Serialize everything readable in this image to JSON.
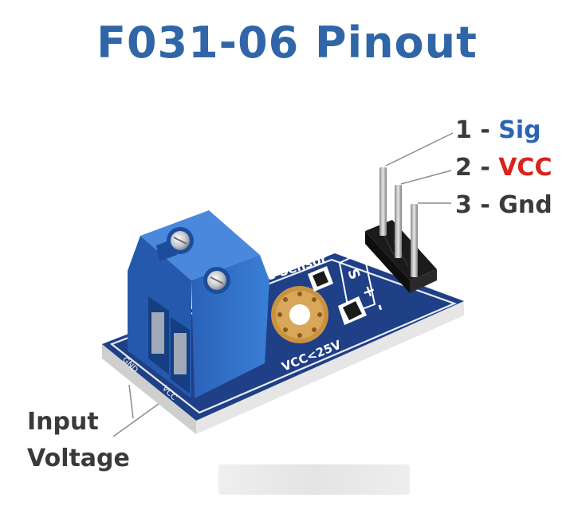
{
  "title": "F031-06 Pinout",
  "pins": [
    {
      "number": "1 - ",
      "name": "Sig",
      "color": "#2c64b5"
    },
    {
      "number": "2 - ",
      "name": "VCC",
      "color": "#d9221c"
    },
    {
      "number": "3 - ",
      "name": "Gnd",
      "color": "#3a3a3a"
    }
  ],
  "input_label": {
    "line1": "Input",
    "line2": "Voltage"
  },
  "board": {
    "silk_sensor": "e Sensor",
    "silk_vcc": "VCC<25V",
    "silk_gnd": "GND",
    "silk_vcc_terminal": "VCC",
    "header_s": "S",
    "header_plus": "+",
    "header_minus": "-",
    "pcb_color": "#1f3f86",
    "terminal_color": "#2f6fc7"
  }
}
